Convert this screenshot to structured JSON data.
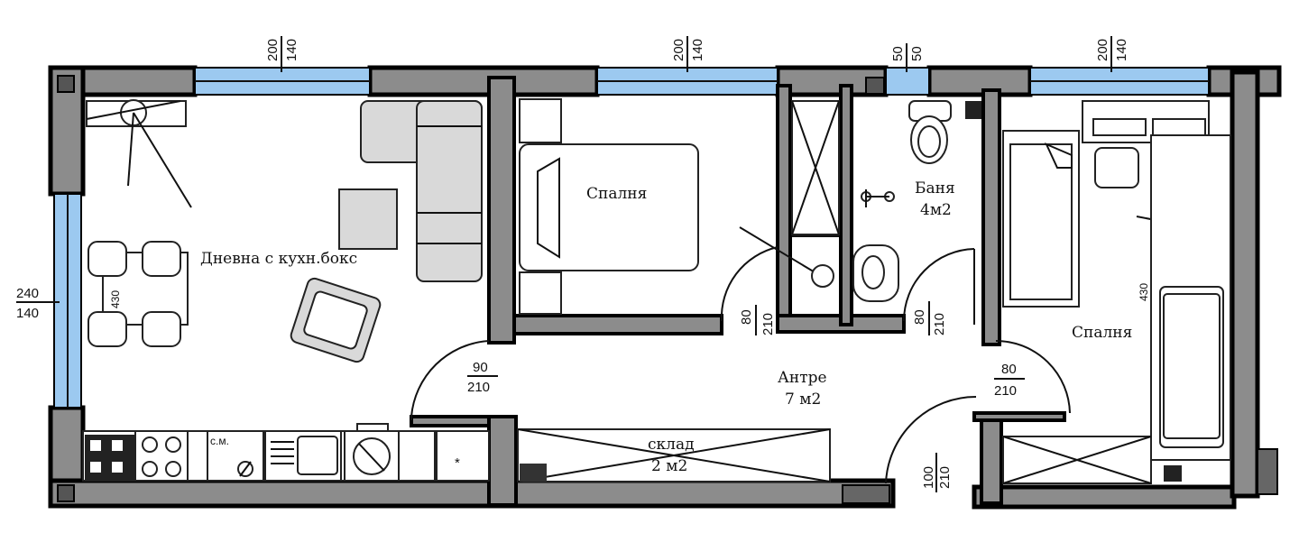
{
  "rooms": {
    "living": "Дневна с кухн.бокс",
    "bedroom1": "Спалня",
    "bathroom": "Баня",
    "bathroom_area": "4м2",
    "bedroom2": "Спалня",
    "hall": "Антре",
    "hall_area": "7 м2",
    "storage": "склад",
    "storage_area": "2 м2"
  },
  "windows": {
    "w1_top": "200",
    "w1_bot": "140",
    "w2_top": "200",
    "w2_bot": "140",
    "w3_top": "50",
    "w3_bot": "50",
    "w4_top": "200",
    "w4_bot": "140",
    "w5_top": "240",
    "w5_bot": "140"
  },
  "doors": {
    "living_w": "90",
    "living_h": "210",
    "bedroom1_w": "80",
    "bedroom1_h": "210",
    "bath_w": "80",
    "bath_h": "210",
    "bedroom2_w": "80",
    "bedroom2_h": "210",
    "entry_w": "100",
    "entry_h": "210"
  },
  "furniture": {
    "table_len": "430",
    "wardrobe_len": "430",
    "washer_label": "с.м."
  },
  "colors": {
    "wall": "#8c8c8c",
    "window": "#9cc9f0",
    "line": "#111111"
  }
}
